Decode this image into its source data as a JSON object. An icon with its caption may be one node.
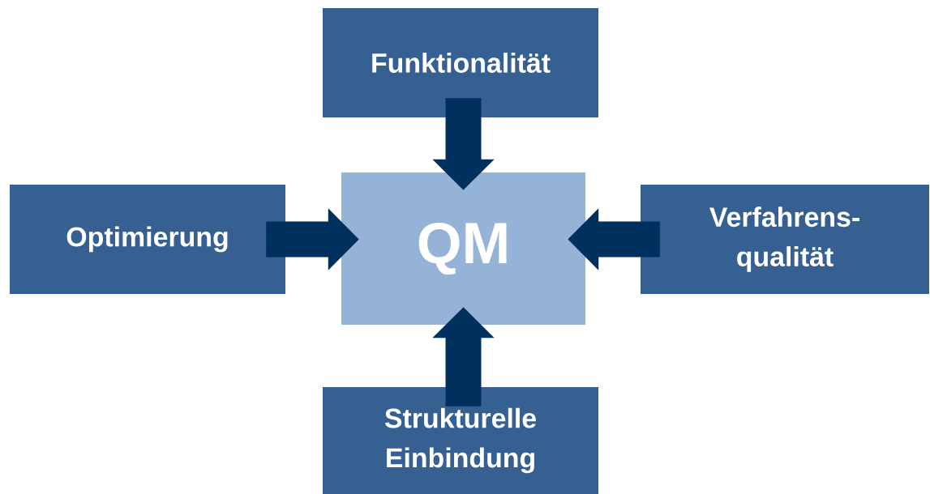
{
  "diagram": {
    "nodes": [
      {
        "text": [
          "Funktionalität"
        ]
      },
      {
        "text": [
          "Optimierung"
        ]
      },
      {
        "text": [
          "QM"
        ]
      },
      {
        "text": [
          "Verfahrens- qualität"
        ]
      },
      {
        "text": [
          "Strukturelle Einbindung"
        ]
      }
    ],
    "edges": [
      {
        "from": 0,
        "to": 2,
        "arrow": "to"
      },
      {
        "from": 1,
        "to": 2,
        "arrow": "to"
      },
      {
        "from": 3,
        "to": 2,
        "arrow": "to"
      },
      {
        "from": 4,
        "to": 2,
        "arrow": "to"
      }
    ]
  }
}
